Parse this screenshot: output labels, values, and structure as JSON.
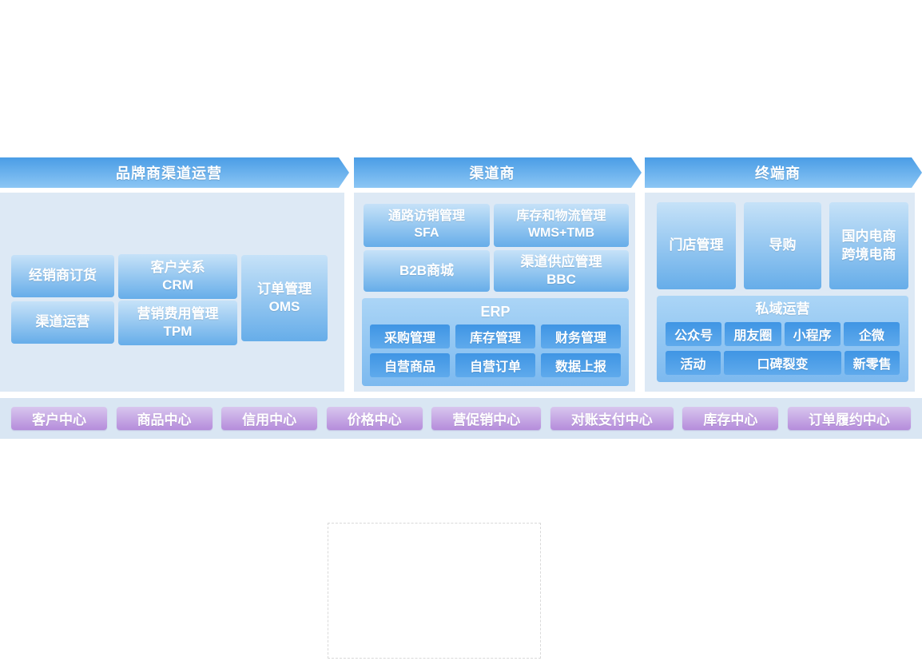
{
  "sections": [
    {
      "banner": "品牌商渠道运营",
      "boxes": {
        "r1c1": "经销商订货",
        "r1c2": "客户关系\nCRM",
        "r2c1": "渠道运营",
        "r2c2": "营销费用管理\nTPM",
        "tall": "订单管理\nOMS"
      }
    },
    {
      "banner": "渠道商",
      "boxes": {
        "r1c1": "通路访销管理\nSFA",
        "r1c2": "库存和物流管理\nWMS+TMB",
        "r2c1": "B2B商城",
        "r2c2": "渠道供应管理\nBBC"
      },
      "erp": {
        "title": "ERP",
        "cells": [
          "采购管理",
          "库存管理",
          "财务管理",
          "自营商品",
          "自营订单",
          "数据上报"
        ]
      }
    },
    {
      "banner": "终端商",
      "boxes": {
        "store": "门店管理",
        "guide": "导购",
        "ecommerce": "国内电商\n跨境电商"
      },
      "private_domain": {
        "title": "私域运营",
        "row1": [
          "公众号",
          "朋友圈",
          "小程序",
          "企微"
        ],
        "row2": [
          "活动",
          "口碑裂变",
          "新零售"
        ]
      }
    }
  ],
  "bottom_row": [
    "客户中心",
    "商品中心",
    "信用中心",
    "价格中心",
    "营促销中心",
    "对账支付中心",
    "库存中心",
    "订单履约中心"
  ],
  "colors": {
    "banner_top": "#4a9de6",
    "banner_bottom": "#8cc6f4",
    "box_top": "#c6e2f8",
    "box_bottom": "#66ade9",
    "container_top": "#abd5f6",
    "container_bottom": "#7cb9ef",
    "inner_top": "#3f95e4",
    "inner_bottom": "#5faaec",
    "panel_bg": "#dde9f5",
    "strip_bg": "#d9e6f3",
    "pill_top": "#d8c6ee",
    "pill_bottom": "#b58cdb"
  }
}
